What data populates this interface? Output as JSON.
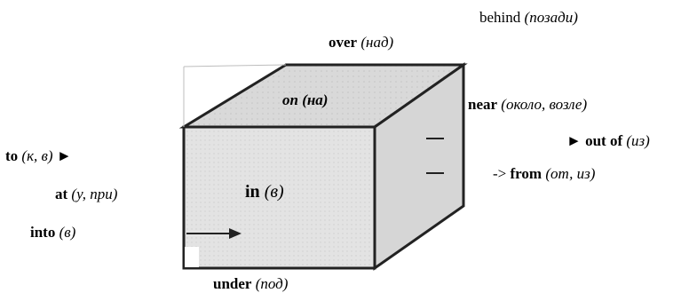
{
  "cube": {
    "face_top": "on (на)",
    "face_front_word": "in",
    "face_front_tr": "(в)"
  },
  "labels": {
    "behind": {
      "word": "behind",
      "tr": "(позади)"
    },
    "over": {
      "word": "over",
      "tr": "(над)"
    },
    "near": {
      "word": "near",
      "tr": "(около, возле)"
    },
    "out_of": {
      "prefix": "►",
      "word": "out of",
      "tr": "(из)"
    },
    "from": {
      "prefix": "->",
      "word": "from",
      "tr": "(от, из)"
    },
    "to": {
      "word": "to",
      "tr": "(к, в)",
      "suffix": "►"
    },
    "at": {
      "word": "at",
      "tr": "(у, при)"
    },
    "into": {
      "word": "into",
      "tr": "(в)"
    },
    "under": {
      "word": "under",
      "tr": "(под)"
    }
  }
}
